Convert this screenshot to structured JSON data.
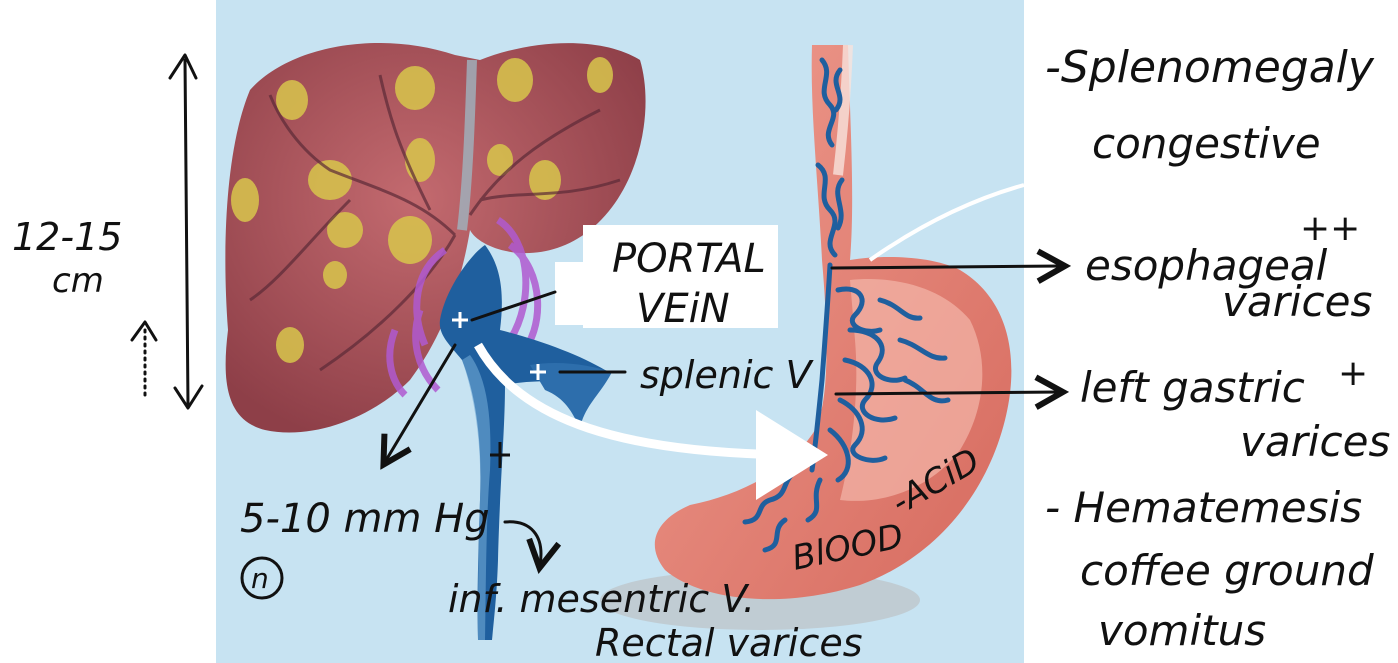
{
  "annotations": {
    "size": "12-15",
    "size_unit": "cm",
    "portal_label_line1": "PORTAL",
    "portal_label_line2": "VEiN",
    "splenic": "splenic V",
    "pressure": "5-10 mm Hg",
    "normal_mark": "n",
    "inf_mesenteric": "inf. mesentric V.",
    "rectal": "Rectal varices",
    "blood": "BlOOD",
    "acid": "-ACiD",
    "splenomegaly": "-Splenomegaly",
    "congestive": "congestive",
    "esophageal": "esophageal",
    "esophageal_plus": "++",
    "esophageal_varices": "varices",
    "left_gastric": "left gastric",
    "left_gastric_plus": "+",
    "left_gastric_varices": "varices",
    "hematemesis": "- Hematemesis",
    "coffee": "coffee ground",
    "vomitus": "vomitus"
  },
  "colors": {
    "background_panel": "#c7e3f2",
    "liver": "#b4585f",
    "portal_vein": "#1f5f9e",
    "stomach": "#e07e72",
    "ink": "#111111"
  }
}
